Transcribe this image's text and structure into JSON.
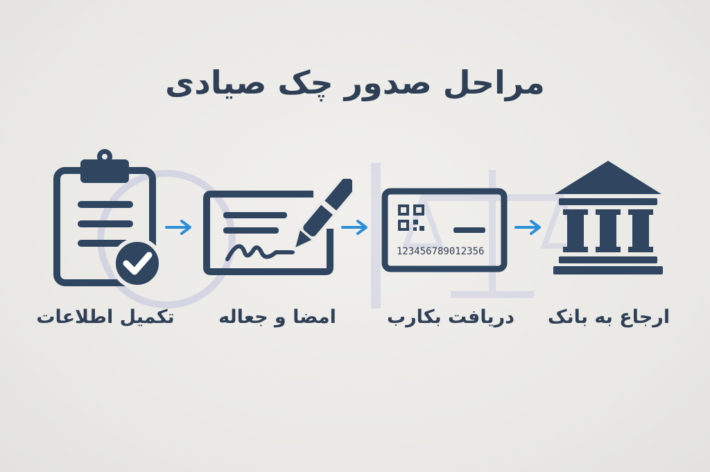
{
  "title": "مراحل صدور چک صیادی",
  "steps": [
    {
      "label": "تکمیل اطلاعات",
      "icon": "clipboard-check-icon"
    },
    {
      "label": "امضا و جعاله",
      "icon": "check-pen-signature-icon"
    },
    {
      "label": "دریافت بکارب",
      "icon": "qr-card-icon",
      "card_number": "123456789012356"
    },
    {
      "label": "ارجاع به بانک",
      "icon": "bank-building-icon"
    }
  ],
  "colors": {
    "icon": "#2f4560",
    "arrow": "#2b8fd8",
    "text": "#2f3f55",
    "background": "#ecebe8"
  }
}
